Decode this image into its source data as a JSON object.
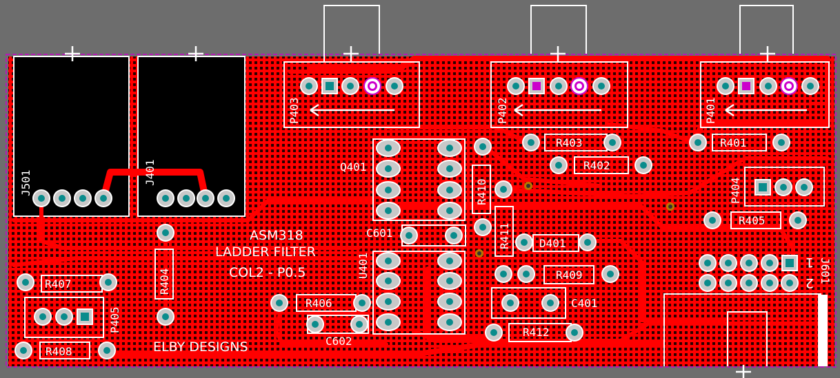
{
  "board": {
    "title_lines": [
      "ASM318",
      "LADDER FILTER",
      "COL2 - P0.5"
    ],
    "maker": "ELBY DESIGNS",
    "colors": {
      "background": "#6d6d6d",
      "copper": "#ff0000",
      "hatch": "#2a0000",
      "pad": "#c8c8c8",
      "drill": "#0a8c8c",
      "silkscreen": "#ffffff",
      "outline": "#cc00cc"
    }
  },
  "designators": {
    "J501": "J501",
    "J401": "J401",
    "P403": "P403",
    "P402": "P402",
    "P401": "P401",
    "Q401": "Q401",
    "R410": "R410",
    "R411": "R411",
    "R403": "R403",
    "R402": "R402",
    "R401": "R401",
    "P404": "P404",
    "R405": "R405",
    "C601": "C601",
    "D401": "D401",
    "U401": "U401",
    "R409": "R409",
    "C401": "C401",
    "R407": "R407",
    "R404": "R404",
    "R406": "R406",
    "C602": "C602",
    "R408": "R408",
    "R412": "R412",
    "P405": "P405",
    "J601": "J601"
  },
  "pin_marks": {
    "pin1": "1",
    "pin2": "2"
  }
}
